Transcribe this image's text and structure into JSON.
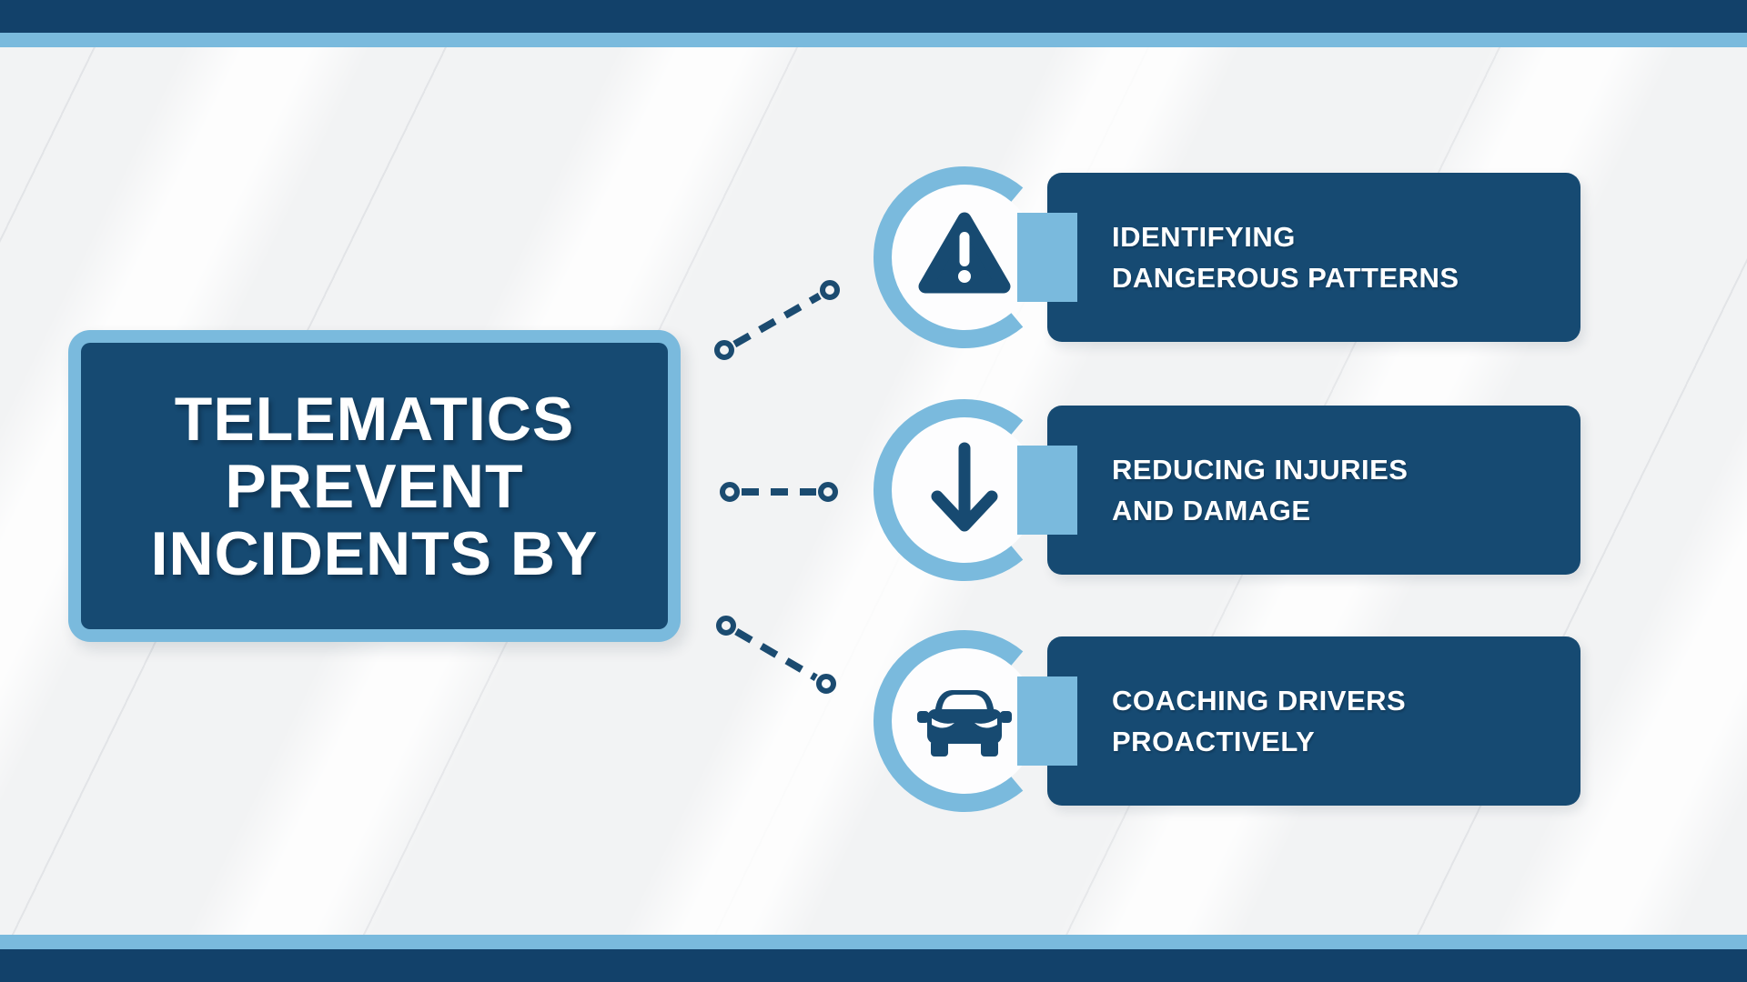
{
  "title_card": {
    "lines": [
      "TELEMATICS",
      "PREVENT",
      "INCIDENTS BY"
    ]
  },
  "items": [
    {
      "icon": "warning-triangle-icon",
      "lines": [
        "IDENTIFYING",
        "DANGEROUS PATTERNS"
      ]
    },
    {
      "icon": "arrow-down-icon",
      "lines": [
        "REDUCING INJURIES",
        "AND DAMAGE"
      ]
    },
    {
      "icon": "car-front-icon",
      "lines": [
        "COACHING DRIVERS",
        "PROACTIVELY"
      ]
    }
  ],
  "colors": {
    "navy_bar": "#12416A",
    "navy_panel": "#164A72",
    "navy_icon": "#174A71",
    "accent_light_blue": "#7ABADD",
    "background": "#F2F3F4",
    "circle_fill": "#FDFDFE",
    "text_white": "#FFFFFF"
  }
}
